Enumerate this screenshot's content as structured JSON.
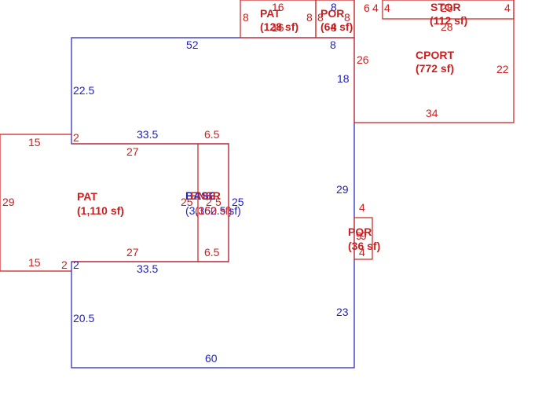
{
  "colors": {
    "outline_blue": "#1f1fbf",
    "outline_red": "#cc1f1f",
    "background": "#ffffff"
  },
  "main_structure": {
    "dims": {
      "top": "52",
      "left_upper": "22.5",
      "ell_top": "33.5",
      "ell_bottom": "33.5",
      "left_lower": "20.5",
      "bottom": "60",
      "right_lower": "23",
      "right_mid": "29",
      "notch_top": "8",
      "notch_side": "18",
      "ell_right": "25",
      "ell_step_top": "2",
      "ell_step_bottom": "2"
    },
    "overlap_label": "BASE",
    "overlap_label_2": "ENSR",
    "overlap_area": "(3,362.5 sf)",
    "overlap_area_2": "(150 sf)"
  },
  "pat_large": {
    "label": "PAT",
    "area": "(1,110 sf)",
    "left": "29",
    "top_left": "15",
    "bottom_left": "15",
    "top": "27",
    "bottom": "27",
    "right_top": "6.5",
    "right_bottom": "6.5",
    "step_bottom": "2"
  },
  "overlap_dims": {
    "a": "25",
    "b": "2",
    "c": "5"
  },
  "pat_small": {
    "label": "PAT",
    "area": "(128 sf)",
    "top": "16",
    "bottom": "16",
    "left": "8",
    "right": "8"
  },
  "por_top": {
    "label": "POR",
    "area": "(64 sf)",
    "top": "8",
    "bottom": "8",
    "left": "8",
    "right": "8"
  },
  "stor": {
    "label": "STOR",
    "area": "(112 sf)",
    "top": "28",
    "bottom": "28",
    "left": "4",
    "right": "4",
    "extra_a": "6",
    "extra_b": "4"
  },
  "cport": {
    "label": "CPORT",
    "area": "(772 sf)",
    "left": "26",
    "right": "22",
    "bottom": "34"
  },
  "por_side": {
    "label": "POR",
    "area": "(36 sf)",
    "top": "4",
    "bottom": "4",
    "side_a": "9",
    "side_b": "9"
  }
}
